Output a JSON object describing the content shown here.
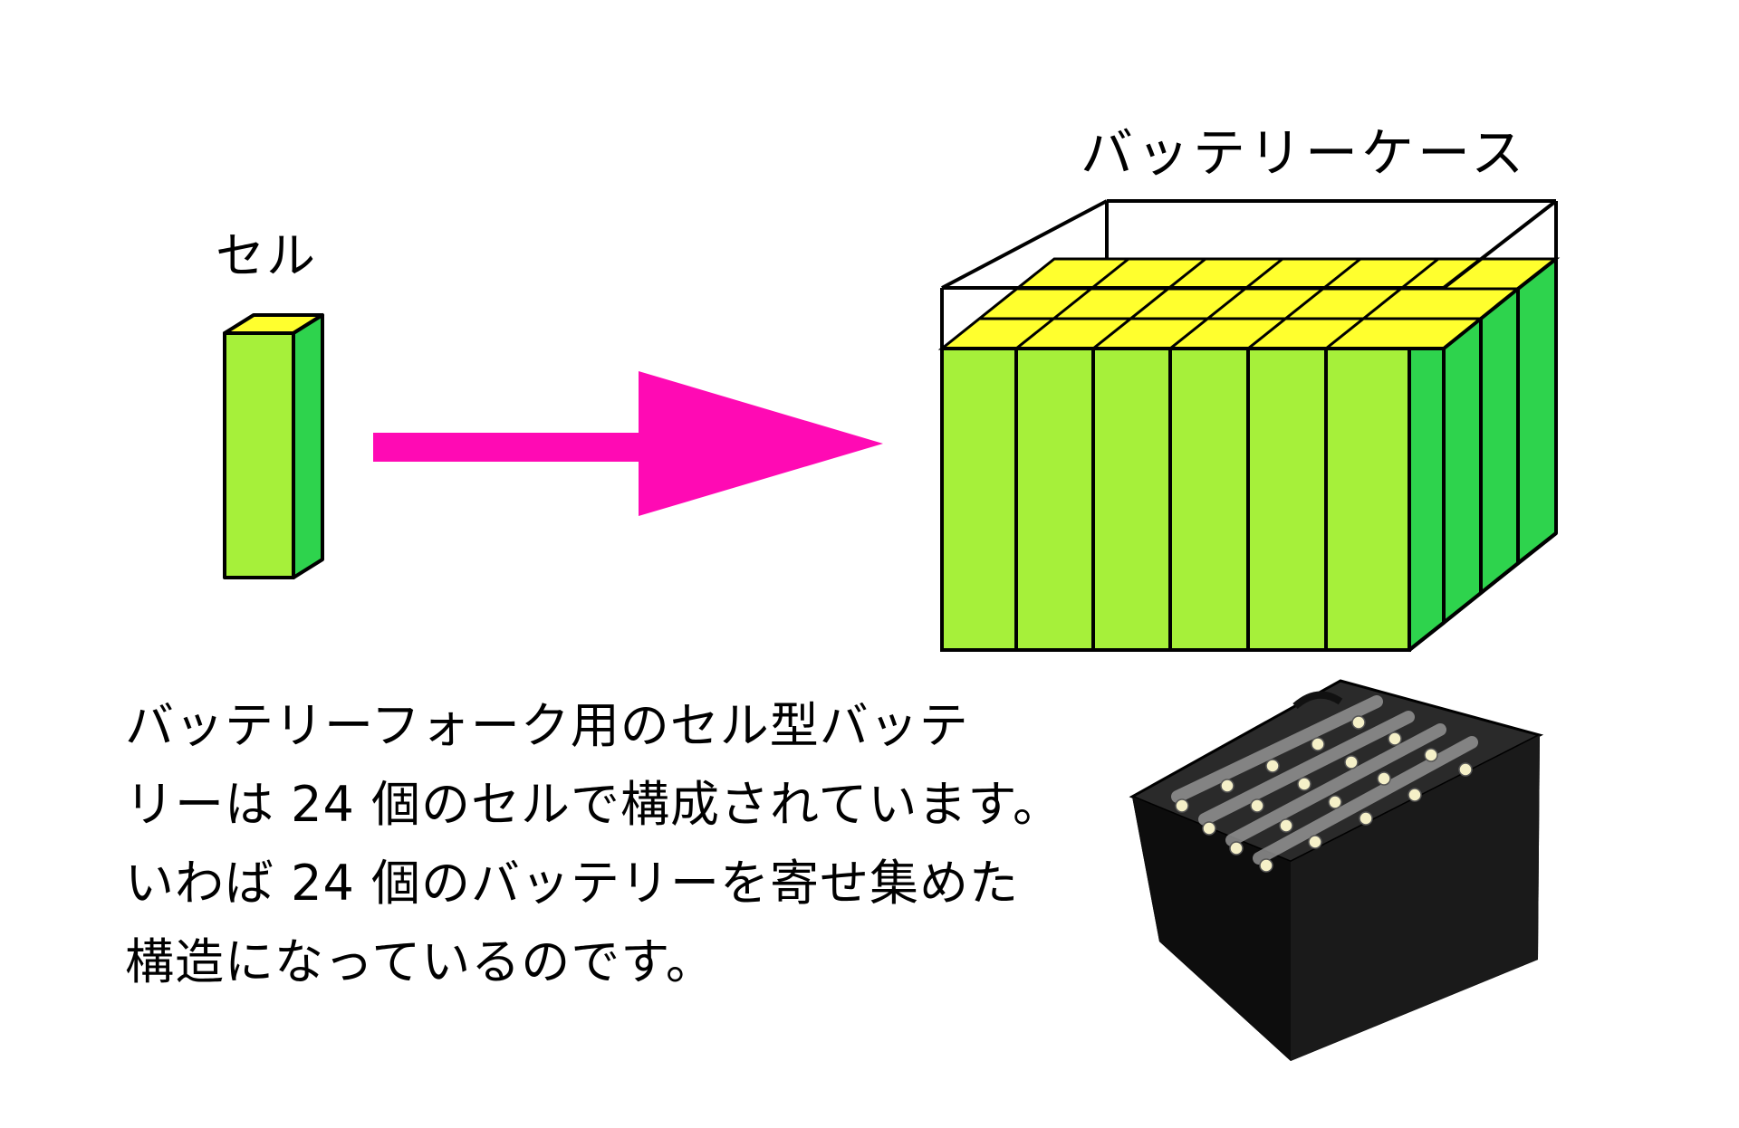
{
  "labels": {
    "cell": "セル",
    "battery_case": "バッテリーケース"
  },
  "description_lines": [
    "バッテリーフォーク用のセル型バッテ",
    "リーは 24 個のセルで構成されています。",
    "いわば 24 個のバッテリーを寄せ集めた",
    "構造になっているのです。"
  ],
  "colors": {
    "cell_front": "#a6f03a",
    "cell_side": "#2ed34d",
    "cell_top": "#ffff2e",
    "arrow": "#ff0ab4",
    "battery_body": "#111111"
  }
}
